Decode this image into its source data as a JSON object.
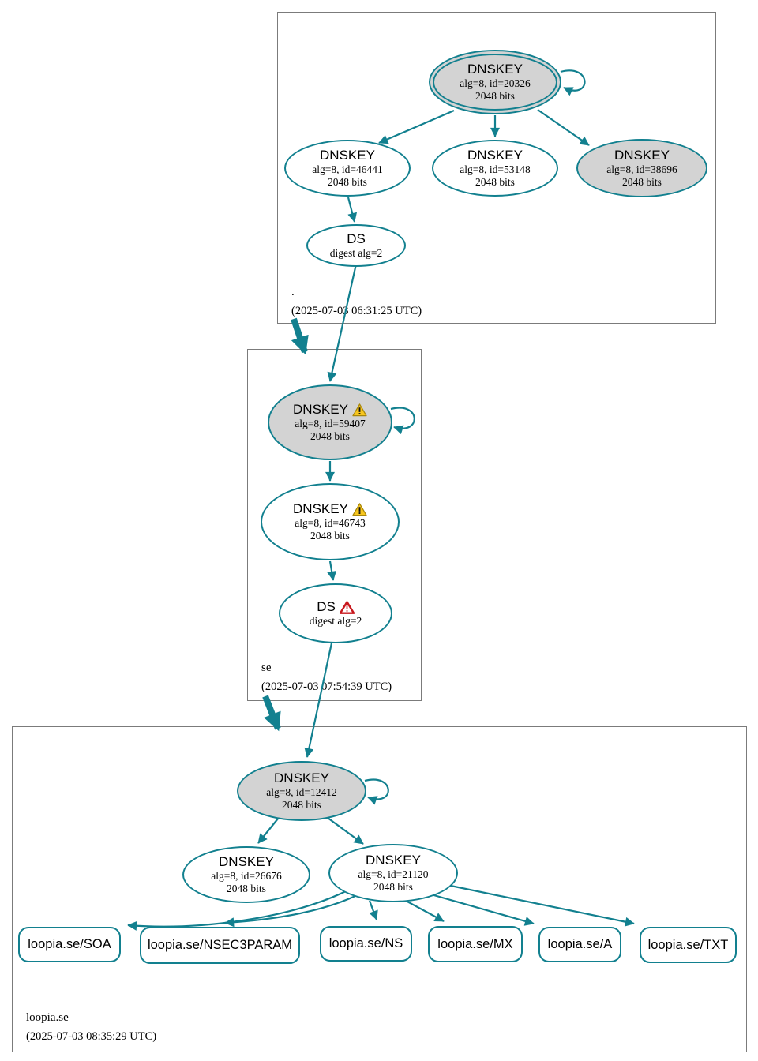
{
  "colors": {
    "accent": "#12808f",
    "node_fill_gray": "#d3d3d3",
    "node_fill_white": "#ffffff",
    "warning_yellow": "#f7c61e",
    "error_red": "#c8171d",
    "zone_border": "#7b7b7b",
    "text": "#000000"
  },
  "zones": {
    "root": {
      "name": ".",
      "timestamp": "(2025-07-03 06:31:25 UTC)",
      "nodes": {
        "ksk": {
          "title": "DNSKEY",
          "line1": "alg=8, id=20326",
          "line2": "2048 bits"
        },
        "zsk1": {
          "title": "DNSKEY",
          "line1": "alg=8, id=46441",
          "line2": "2048 bits"
        },
        "zsk2": {
          "title": "DNSKEY",
          "line1": "alg=8, id=53148",
          "line2": "2048 bits"
        },
        "zsk3": {
          "title": "DNSKEY",
          "line1": "alg=8, id=38696",
          "line2": "2048 bits"
        },
        "ds": {
          "title": "DS",
          "line1": "digest alg=2"
        }
      }
    },
    "se": {
      "name": "se",
      "timestamp": "(2025-07-03 07:54:39 UTC)",
      "nodes": {
        "ksk": {
          "title": "DNSKEY",
          "line1": "alg=8, id=59407",
          "line2": "2048 bits",
          "status": "warning"
        },
        "zsk": {
          "title": "DNSKEY",
          "line1": "alg=8, id=46743",
          "line2": "2048 bits",
          "status": "warning"
        },
        "ds": {
          "title": "DS",
          "line1": "digest alg=2",
          "status": "error"
        }
      }
    },
    "loopia": {
      "name": "loopia.se",
      "timestamp": "(2025-07-03 08:35:29 UTC)",
      "nodes": {
        "ksk": {
          "title": "DNSKEY",
          "line1": "alg=8, id=12412",
          "line2": "2048 bits"
        },
        "zsk1": {
          "title": "DNSKEY",
          "line1": "alg=8, id=26676",
          "line2": "2048 bits"
        },
        "zsk2": {
          "title": "DNSKEY",
          "line1": "alg=8, id=21120",
          "line2": "2048 bits"
        }
      },
      "rrsets": [
        "loopia.se/SOA",
        "loopia.se/NSEC3PARAM",
        "loopia.se/NS",
        "loopia.se/MX",
        "loopia.se/A",
        "loopia.se/TXT"
      ]
    }
  }
}
